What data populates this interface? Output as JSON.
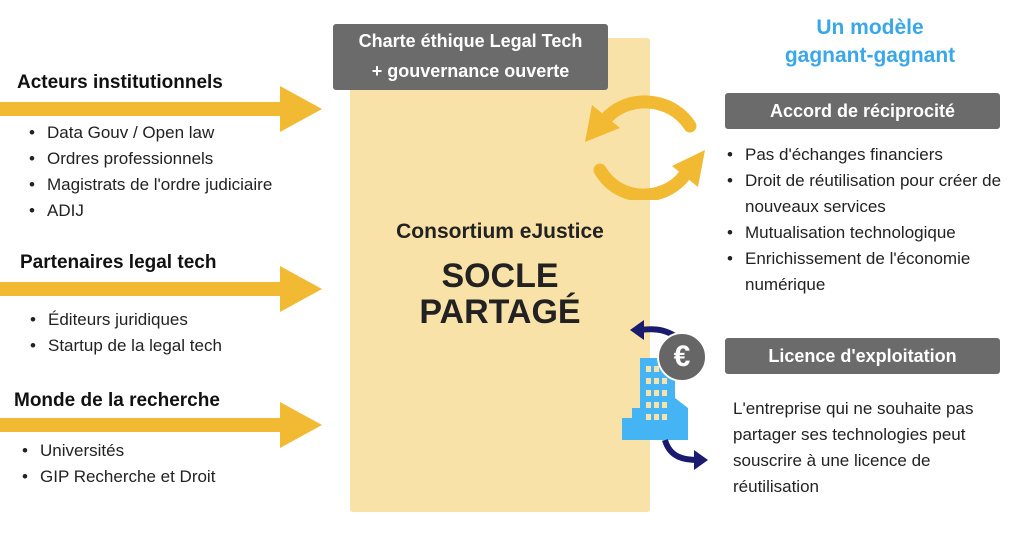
{
  "center": {
    "charter_line1": "Charte éthique Legal Tech",
    "charter_line2": "+ gouvernance ouverte",
    "consortium": "Consortium eJustice",
    "socle_line1": "SOCLE",
    "socle_line2": "PARTAGÉ"
  },
  "left": [
    {
      "heading": "Acteurs institutionnels",
      "items": [
        "Data Gouv / Open law",
        "Ordres professionnels",
        "Magistrats de l'ordre judiciaire",
        "ADIJ"
      ]
    },
    {
      "heading": "Partenaires legal tech",
      "items": [
        "Éditeurs juridiques",
        "Startup de la legal tech"
      ]
    },
    {
      "heading": "Monde de la recherche",
      "items": [
        "Universités",
        "GIP Recherche et Droit"
      ]
    }
  ],
  "right": {
    "title_line1": "Un modèle",
    "title_line2": "gagnant-gagnant",
    "accord": {
      "label": "Accord de réciprocité",
      "items": [
        "Pas d'échanges financiers",
        "Droit de réutilisation pour créer de nouveaux services",
        "Mutualisation technologique",
        "Enrichissement de l'économie numérique"
      ]
    },
    "licence": {
      "label": "Licence d'exploitation",
      "text": "L'entreprise qui ne souhaite pas partager ses technologies peut souscrire à une licence de réutilisation"
    },
    "euro_symbol": "€"
  },
  "colors": {
    "yellow": "#f2b933",
    "box": "#f9e2a7",
    "gray": "#6b6b6b",
    "blue": "#3aa7e8",
    "navy": "#1a1a6e",
    "building": "#45b4f5"
  }
}
